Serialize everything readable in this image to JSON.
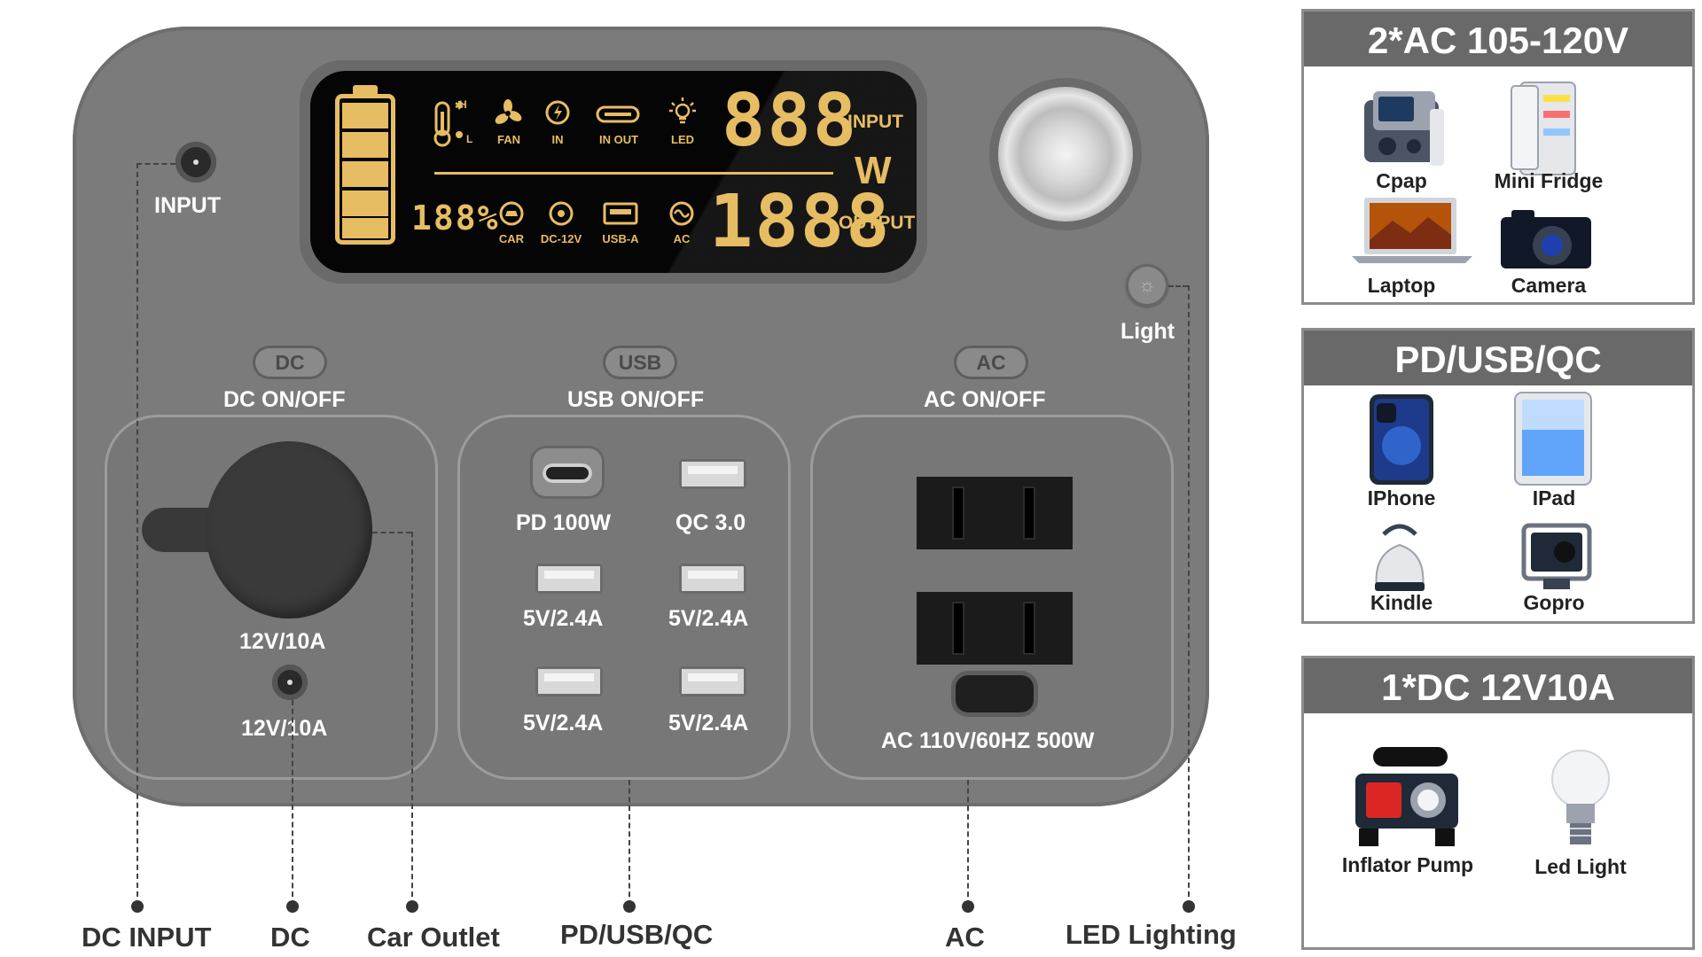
{
  "lcd": {
    "icons": {
      "fan": "FAN",
      "in": "IN",
      "in_out": "IN  OUT",
      "led": "LED",
      "car": "CAR",
      "dc12v": "DC-12V",
      "usba": "USB-A",
      "ac": "AC",
      "temp_h": "H",
      "temp_l": "L"
    },
    "percent": "188%",
    "input_digits": "888",
    "output_digits": "1888",
    "input_label": "INPUT",
    "output_label": "OUTPUT",
    "unit": "W"
  },
  "device": {
    "input_label": "INPUT",
    "light_label": "Light",
    "dc_button": "DC",
    "usb_button": "USB",
    "ac_button": "AC",
    "dc_onoff": "DC ON/OFF",
    "usb_onoff": "USB ON/OFF",
    "ac_onoff": "AC ON/OFF",
    "car_outlet_rating": "12V/10A",
    "dc_port_rating": "12V/10A",
    "pd_label": "PD 100W",
    "qc_label": "QC 3.0",
    "usb_ratings": [
      "5V/2.4A",
      "5V/2.4A",
      "5V/2.4A",
      "5V/2.4A"
    ],
    "ac_rating": "AC 110V/60HZ 500W"
  },
  "callouts": [
    "DC INPUT",
    "DC",
    "Car Outlet",
    "PD/USB/QC",
    "AC",
    "LED Lighting"
  ],
  "cards": [
    {
      "title": "2*AC 105-120V",
      "items": [
        "Cpap",
        "Mini Fridge",
        "Laptop",
        "Camera"
      ]
    },
    {
      "title": "PD/USB/QC",
      "items": [
        "IPhone",
        "IPad",
        "Kindle",
        "Gopro"
      ]
    },
    {
      "title": "1*DC 12V10A",
      "items": [
        "Inflator Pump",
        "Led Light"
      ]
    }
  ],
  "colors": {
    "device_body": "#7b7b7c",
    "lcd_segment": "#e7bd63",
    "card_header": "#696969"
  },
  "icons": [
    "fan-icon",
    "power-icon",
    "led-icon",
    "car-icon",
    "usb-a-icon",
    "ac-wave-icon",
    "thermometer-icon",
    "light-bulb-icon"
  ]
}
